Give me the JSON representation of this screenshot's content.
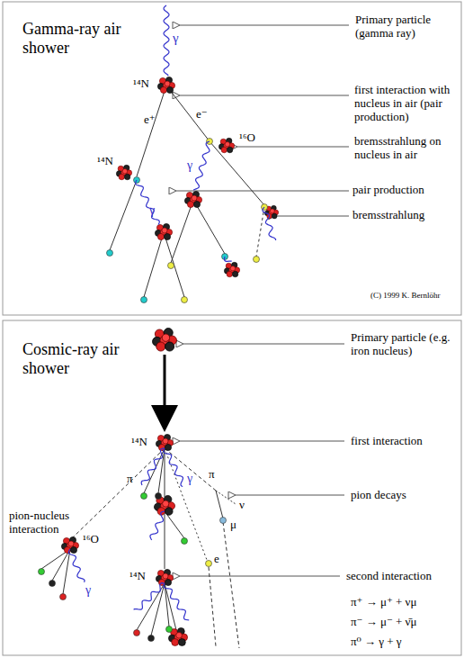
{
  "diagram": {
    "labels": [
      "Gamma-ray air shower",
      "γ",
      "Primary particle (gamma ray)",
      "¹⁴N",
      "first interaction with nucleus in air (pair production)",
      "e⁺",
      "e⁻",
      "¹⁴N",
      "¹⁶O",
      "bremsstrahlung on nucleus in air",
      "γ",
      "γ",
      "pair production",
      "bremsstrahlung",
      "(C) 1999 K. Bernlöhr",
      "Cosmic-ray air shower",
      "Primary particle (e.g. iron nucleus)",
      "¹⁴N",
      "first interaction",
      "π",
      "γ",
      "π",
      "ν",
      "pion decays",
      "μ",
      "pion-nucleus interaction",
      "¹⁶O",
      "γ",
      "¹⁴N",
      "e",
      "second interaction",
      "π⁺ → μ⁺ + νμ",
      "π⁻ → μ⁻ + ν̄μ",
      "π⁰ → γ + γ"
    ]
  }
}
